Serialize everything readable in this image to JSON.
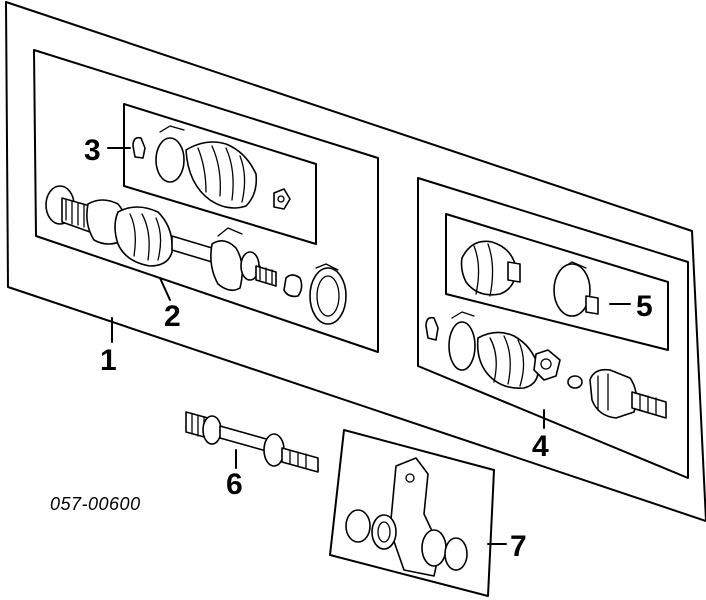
{
  "diagram": {
    "callouts": {
      "c1": "1",
      "c2": "2",
      "c3": "3",
      "c4": "4",
      "c5": "5",
      "c6": "6",
      "c7": "7"
    },
    "part_code": "057-00600"
  }
}
